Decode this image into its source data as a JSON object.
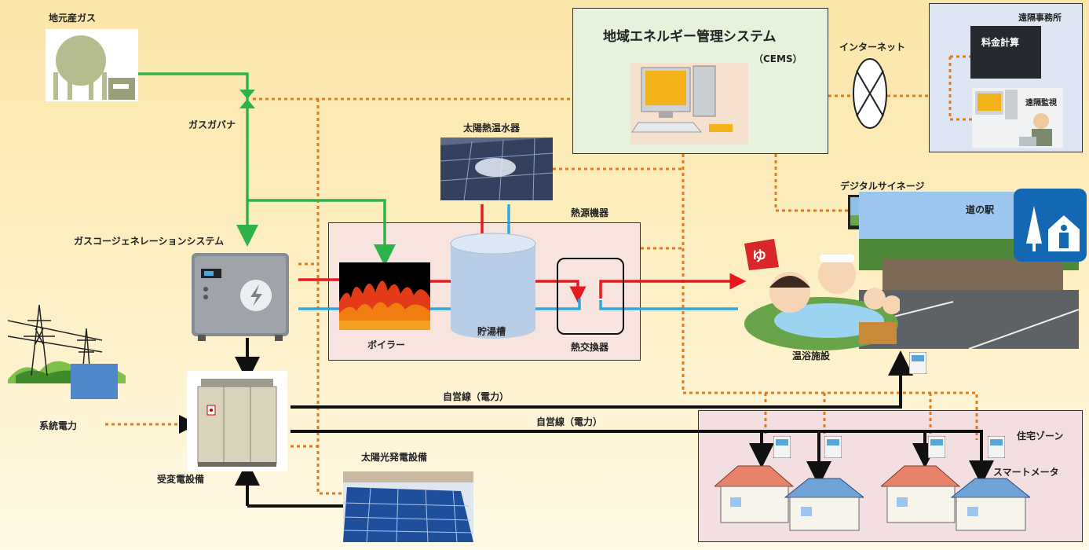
{
  "labels": {
    "local_gas": "地元産ガス",
    "gas_governor": "ガスガバナ",
    "cogeneration": "ガスコージェネレーションシステム",
    "grid_power": "系統電力",
    "substation": "受変電設備",
    "solar_pv": "太陽光発電設備",
    "solar_water_heater": "太陽熱温水器",
    "heat_source": "熱源機器",
    "boiler": "ボイラー",
    "storage_tank": "貯湯槽",
    "heat_exchanger": "熱交換器",
    "cems_title": "地域エネルギー管理システム",
    "cems_abbr": "（CEMS）",
    "internet": "インターネット",
    "remote_office": "遠隔事務所",
    "billing": "料金計算",
    "remote_monitoring": "遠隔監視",
    "digital_signage": "デジタルサイネージ",
    "roadside_station": "道の駅",
    "bath_facility": "温浴施設",
    "private_line_1": "自営線（電力）",
    "private_line_2": "自営線（電力）",
    "residential_zone": "住宅ゾーン",
    "smart_meter": "スマートメータ",
    "yu_sign": "ゆ"
  },
  "colors": {
    "gas_line": "#2db34a",
    "hot_water": "#e8191e",
    "cold_water": "#2aa8e0",
    "data_line": "#e07a1f",
    "power_line": "#111111",
    "cems_box": "#e6f2dc",
    "heat_box": "#f8e4df",
    "office_box": "#dfe6f3",
    "residential_box": "#f3dfe1"
  },
  "icons": [
    "gas-tank-icon",
    "power-tower-icon",
    "cogeneration-unit-icon",
    "substation-cabinet-icon",
    "solar-panel-icon",
    "solar-water-heater-icon",
    "boiler-fire-icon",
    "storage-tank-icon",
    "heat-exchanger-icon",
    "computer-icon",
    "internet-globe-icon",
    "smart-meter-icon",
    "house-icon",
    "roadside-station-logo-icon",
    "hot-spring-icon",
    "signage-screen-icon"
  ]
}
